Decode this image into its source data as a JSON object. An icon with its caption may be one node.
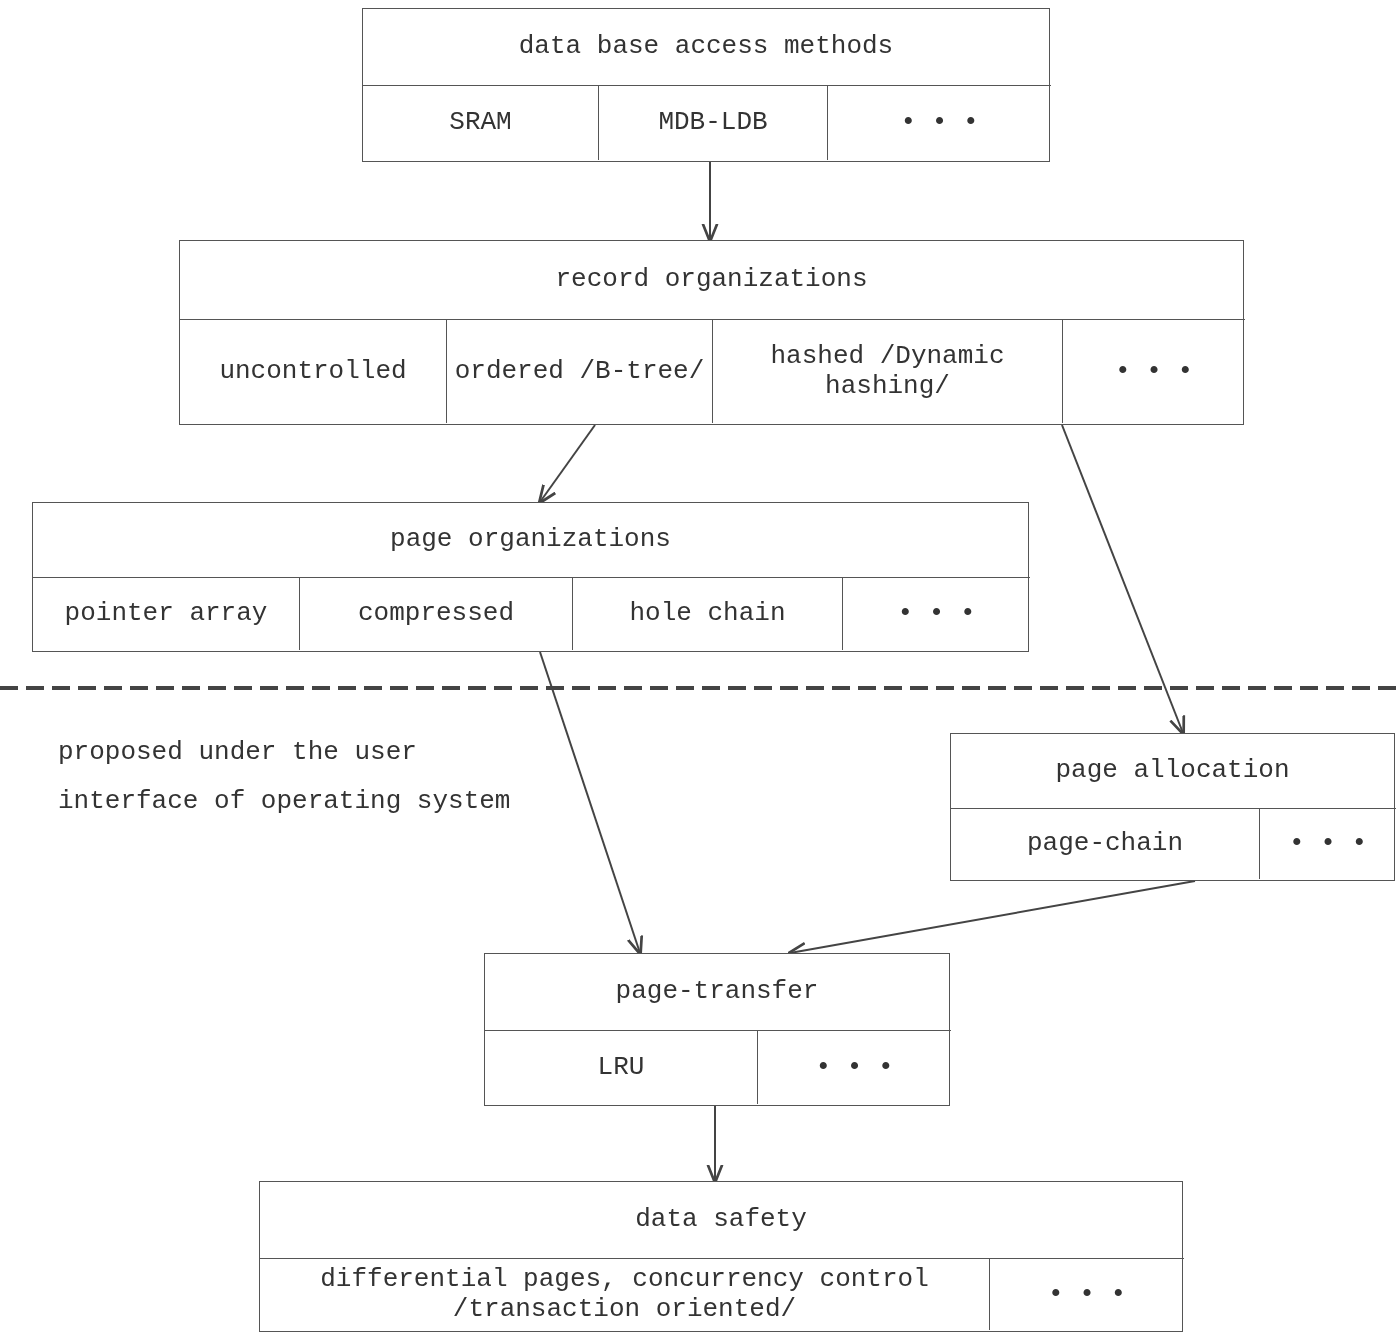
{
  "diagram": {
    "nodes": [
      {
        "text": [
          "data base access methods"
        ]
      },
      {
        "text": [
          "SRAM"
        ],
        "in": 0
      },
      {
        "text": [
          "MDB-LDB"
        ],
        "in": 0
      },
      {
        "text": [
          "• • •"
        ],
        "in": 0
      },
      {
        "text": [
          "record organizations"
        ]
      },
      {
        "text": [
          "uncontrolled"
        ],
        "in": 4
      },
      {
        "text": [
          "ordered /B-tree/"
        ],
        "in": 4
      },
      {
        "text": [
          "hashed /Dynamic hashing/"
        ],
        "in": 4
      },
      {
        "text": [
          "• • •"
        ],
        "in": 4
      },
      {
        "text": [
          "page organizations"
        ]
      },
      {
        "text": [
          "pointer array"
        ],
        "in": 9
      },
      {
        "text": [
          "compressed"
        ],
        "in": 9
      },
      {
        "text": [
          "hole chain"
        ],
        "in": 9
      },
      {
        "text": [
          "• • •"
        ],
        "in": 9
      },
      {
        "text": [
          "page allocation"
        ]
      },
      {
        "text": [
          "page-chain"
        ],
        "in": 14
      },
      {
        "text": [
          "• • •"
        ],
        "in": 14
      },
      {
        "text": [
          "page-transfer"
        ]
      },
      {
        "text": [
          "LRU"
        ],
        "in": 17
      },
      {
        "text": [
          "• • •"
        ],
        "in": 17
      },
      {
        "text": [
          "data safety"
        ]
      },
      {
        "text": [
          "differential pages, concurrency control /transaction oriented/"
        ],
        "in": 20
      },
      {
        "text": [
          "• • •"
        ],
        "in": 20
      }
    ],
    "edges": [
      {
        "from": 0,
        "to": 4,
        "arrow": "to"
      },
      {
        "from": 6,
        "to": 9,
        "arrow": "to"
      },
      {
        "from": 7,
        "to": 14,
        "arrow": "to"
      },
      {
        "from": 11,
        "to": 17,
        "arrow": "to"
      },
      {
        "from": 15,
        "to": 17,
        "arrow": "to"
      },
      {
        "from": 17,
        "to": 20,
        "arrow": "to"
      }
    ],
    "labels": [
      "proposed under the user interface of operating system"
    ]
  }
}
